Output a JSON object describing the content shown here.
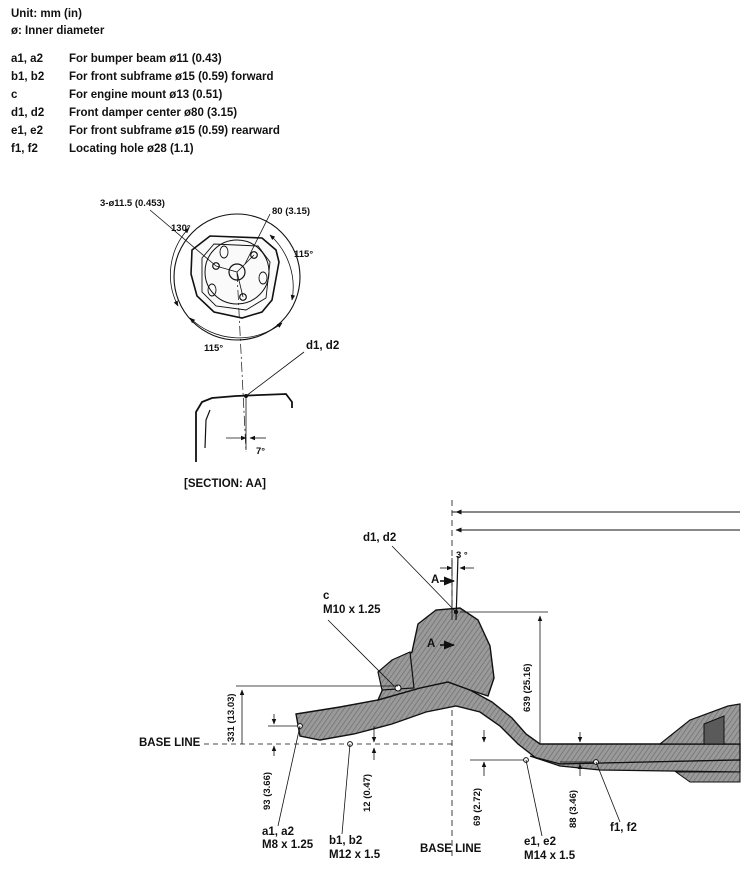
{
  "header": {
    "unit": "Unit: mm (in)",
    "diameter_note": "ø: Inner diameter"
  },
  "legend": [
    {
      "code": "a1, a2",
      "desc": "For bumper beam ø11 (0.43)"
    },
    {
      "code": "b1, b2",
      "desc": "For front subframe ø15 (0.59) forward"
    },
    {
      "code": "c",
      "desc": "For engine mount ø13 (0.51)"
    },
    {
      "code": "d1, d2",
      "desc": "Front damper center ø80 (3.15)"
    },
    {
      "code": "e1, e2",
      "desc": "For front subframe ø15 (0.59) rearward"
    },
    {
      "code": "f1, f2",
      "desc": "Locating hole ø28 (1.1)"
    }
  ],
  "section_view": {
    "holes": "3-ø11.5 (0.453)",
    "pcd": "80 (3.15)",
    "angle_130": "130°",
    "angle_115_right": "115°",
    "angle_115_bottom": "115°",
    "label_d": "d1, d2",
    "angle_7": "7°",
    "caption": "[SECTION: AA]"
  },
  "main_view": {
    "label_d": "d1, d2",
    "angle_3": "3 °",
    "section_a_top": "A",
    "section_a_mid": "A",
    "label_c": "c",
    "thread_c": "M10 x 1.25",
    "base_line_left": "BASE LINE",
    "base_line_bottom": "BASE LINE",
    "dim_331": "331 (13.03)",
    "dim_639": "639 (25.16)",
    "dim_93": "93 (3.66)",
    "dim_12": "12 (0.47)",
    "dim_69": "69 (2.72)",
    "dim_88": "88 (3.46)",
    "label_a": "a1, a2",
    "thread_a": "M8 x 1.25",
    "label_b": "b1, b2",
    "thread_b": "M12 x 1.5",
    "label_e": "e1, e2",
    "thread_e": "M14 x 1.5",
    "label_f": "f1, f2"
  }
}
